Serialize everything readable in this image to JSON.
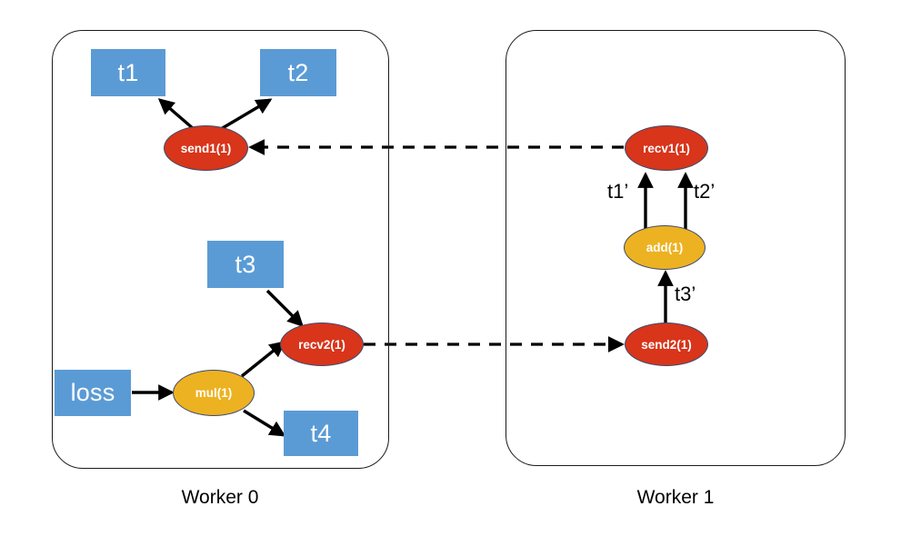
{
  "diagram": {
    "title_absent": true,
    "colors": {
      "tensor_box": "#5b9bd5",
      "comm_node": "#d8351b",
      "compute_node": "#edb221",
      "outline": "#1a1a1a",
      "text_on_node": "#ffffff",
      "label_text": "#000000"
    },
    "workers": [
      {
        "id": "worker0",
        "caption": "Worker 0"
      },
      {
        "id": "worker1",
        "caption": "Worker 1"
      }
    ],
    "nodes": {
      "t1": {
        "label": "t1",
        "kind": "tensor"
      },
      "t2": {
        "label": "t2",
        "kind": "tensor"
      },
      "t3": {
        "label": "t3",
        "kind": "tensor"
      },
      "t4": {
        "label": "t4",
        "kind": "tensor"
      },
      "loss": {
        "label": "loss",
        "kind": "tensor"
      },
      "send1": {
        "label": "send1(1)",
        "kind": "comm"
      },
      "recv2": {
        "label": "recv2(1)",
        "kind": "comm"
      },
      "mul": {
        "label": "mul(1)",
        "kind": "compute"
      },
      "recv1": {
        "label": "recv1(1)",
        "kind": "comm"
      },
      "add": {
        "label": "add(1)",
        "kind": "compute"
      },
      "send2": {
        "label": "send2(1)",
        "kind": "comm"
      }
    },
    "edge_labels": {
      "t1_prime": "t1’",
      "t2_prime": "t2’",
      "t3_prime": "t3’"
    }
  }
}
